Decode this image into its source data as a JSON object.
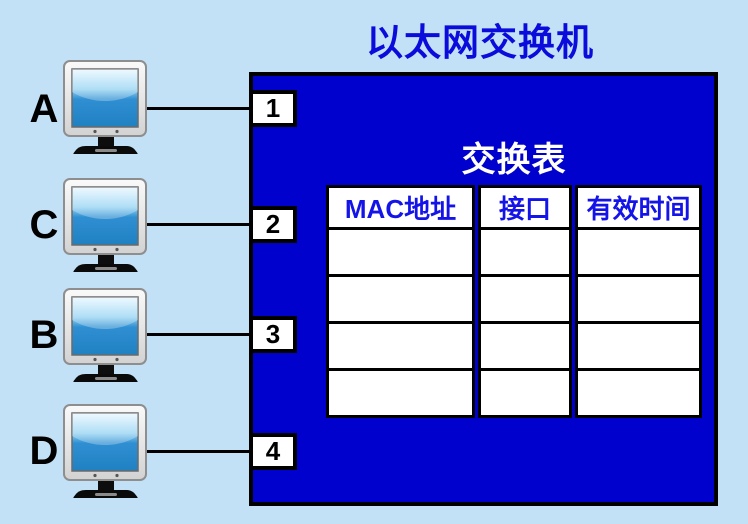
{
  "title": "以太网交换机",
  "switch_table": {
    "title": "交换表",
    "headers": [
      "MAC地址",
      "接口",
      "有效时间"
    ],
    "rows": [
      [
        "",
        "",
        ""
      ],
      [
        "",
        "",
        ""
      ],
      [
        "",
        "",
        ""
      ],
      [
        "",
        "",
        ""
      ]
    ]
  },
  "ports": [
    {
      "label": "1"
    },
    {
      "label": "2"
    },
    {
      "label": "3"
    },
    {
      "label": "4"
    }
  ],
  "hosts": [
    {
      "label": "A"
    },
    {
      "label": "C"
    },
    {
      "label": "B"
    },
    {
      "label": "D"
    }
  ],
  "colors": {
    "background": "#c3e1f6",
    "switch_fill": "#0101cd",
    "switch_border": "#000000",
    "title_text": "#0b0bdb",
    "table_title_text": "#ffffff",
    "table_header_text": "#1414e8",
    "cell_fill": "#ffffff",
    "port_text": "#000000"
  }
}
